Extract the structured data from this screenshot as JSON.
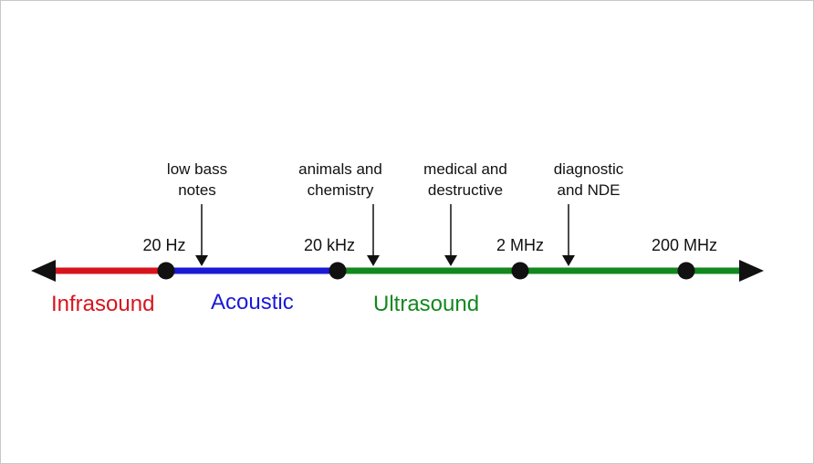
{
  "colors": {
    "infrasound": "#d7141e",
    "acoustic": "#1a1ad6",
    "ultrasound": "#12881e",
    "marker": "#111111"
  },
  "frequency_marks": [
    "20 Hz",
    "20 kHz",
    "2 MHz",
    "200 MHz"
  ],
  "bands": [
    "Infrasound",
    "Acoustic",
    "Ultrasound"
  ],
  "annotations": [
    {
      "line1": "low bass",
      "line2": "notes"
    },
    {
      "line1": "animals and",
      "line2": "chemistry"
    },
    {
      "line1": "medical and",
      "line2": "destructive"
    },
    {
      "line1": "diagnostic",
      "line2": "and NDE"
    }
  ]
}
